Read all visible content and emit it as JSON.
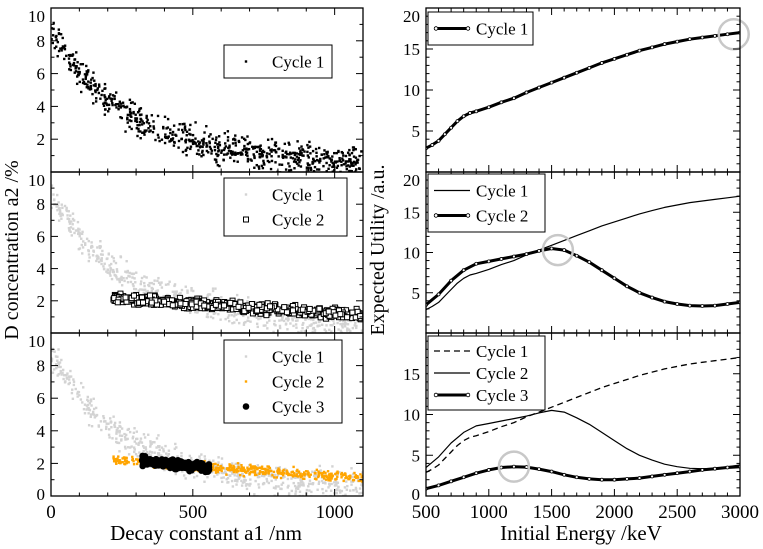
{
  "figure": {
    "left_ylabel": "D concentration a2 /%",
    "left_xlabel": "Decay constant  a1 /nm",
    "right_ylabel": "Expected Utility /a.u.",
    "right_xlabel": "Initial Energy /keV"
  },
  "chart_data": [
    {
      "type": "scatter",
      "panel": "left-top",
      "xlim": [
        0,
        1100
      ],
      "ylim": [
        0,
        10
      ],
      "yticks": [
        "10",
        "8",
        "6",
        "4",
        "2"
      ],
      "xticks": [],
      "legend": [
        "Cycle 1"
      ],
      "series": [
        {
          "name": "Cycle 1",
          "color": "#000000",
          "marker": "small-dot",
          "trend": {
            "x": [
              0,
              100,
              200,
              300,
              400,
              500,
              600,
              700,
              800,
              900,
              1000,
              1100
            ],
            "y": [
              8.6,
              6.0,
              4.3,
              3.1,
              2.4,
              1.9,
              1.5,
              1.2,
              0.95,
              0.8,
              0.7,
              0.6
            ]
          },
          "x_range": [
            0,
            1100
          ],
          "spread": 0.45,
          "count": 700
        }
      ]
    },
    {
      "type": "scatter",
      "panel": "left-middle",
      "xlim": [
        0,
        1100
      ],
      "ylim": [
        0,
        10
      ],
      "yticks": [
        "8",
        "6",
        "4",
        "2",
        "10"
      ],
      "xticks": [],
      "legend": [
        "Cycle 1",
        "Cycle 2"
      ],
      "series": [
        {
          "name": "Cycle 1",
          "color": "#d3d3d3",
          "marker": "small-dot",
          "trend": {
            "x": [
              0,
              100,
              200,
              300,
              400,
              500,
              600,
              700,
              800,
              900,
              1000,
              1100
            ],
            "y": [
              8.6,
              6.0,
              4.3,
              3.1,
              2.4,
              1.9,
              1.5,
              1.2,
              0.95,
              0.8,
              0.7,
              0.6
            ]
          },
          "x_range": [
            0,
            1100
          ],
          "spread": 0.45,
          "count": 600
        },
        {
          "name": "Cycle 2",
          "color": "#000000",
          "marker": "open-square",
          "trend": {
            "x": [
              220,
              400,
              600,
              800,
              1000,
              1100
            ],
            "y": [
              2.2,
              1.95,
              1.7,
              1.45,
              1.25,
              1.1
            ]
          },
          "x_range": [
            220,
            1100
          ],
          "spread": 0.15,
          "count": 500
        }
      ]
    },
    {
      "type": "scatter",
      "panel": "left-bottom",
      "xlim": [
        0,
        1100
      ],
      "ylim": [
        0,
        10
      ],
      "yticks": [
        "10",
        "8",
        "6",
        "4",
        "2",
        "0"
      ],
      "xticks": [
        "0",
        "500",
        "1000"
      ],
      "legend": [
        "Cycle 1",
        "Cycle 2",
        "Cycle 3"
      ],
      "series": [
        {
          "name": "Cycle 1",
          "color": "#d3d3d3",
          "marker": "small-dot",
          "trend": {
            "x": [
              0,
              100,
              200,
              300,
              400,
              500,
              600,
              700,
              800,
              900,
              1000,
              1100
            ],
            "y": [
              8.6,
              6.0,
              4.3,
              3.1,
              2.4,
              1.9,
              1.5,
              1.2,
              0.95,
              0.8,
              0.7,
              0.6
            ]
          },
          "x_range": [
            0,
            1100
          ],
          "spread": 0.45,
          "count": 600
        },
        {
          "name": "Cycle 2",
          "color": "#ffa500",
          "marker": "small-dot",
          "trend": {
            "x": [
              220,
              400,
              600,
              800,
              1000,
              1100
            ],
            "y": [
              2.2,
              1.95,
              1.7,
              1.45,
              1.25,
              1.1
            ]
          },
          "x_range": [
            220,
            1100
          ],
          "spread": 0.15,
          "count": 500
        },
        {
          "name": "Cycle 3",
          "color": "#000000",
          "marker": "filled-circle",
          "trend": {
            "x": [
              320,
              400,
              500,
              560
            ],
            "y": [
              2.15,
              2.0,
              1.85,
              1.7
            ]
          },
          "x_range": [
            320,
            560
          ],
          "spread": 0.12,
          "count": 260
        }
      ]
    },
    {
      "type": "line",
      "panel": "right-top",
      "xlim": [
        500,
        3000
      ],
      "ylim": [
        0,
        20
      ],
      "yticks": [
        "20",
        "15",
        "10",
        "5"
      ],
      "xticks": [],
      "legend": [
        "Cycle 1"
      ],
      "highlight": {
        "x": 2950,
        "y": 16.8
      },
      "series": [
        {
          "name": "Cycle 1",
          "style": "bold-dotted",
          "x": [
            500,
            550,
            600,
            650,
            700,
            750,
            800,
            850,
            900,
            1000,
            1100,
            1200,
            1300,
            1400,
            1500,
            1600,
            1700,
            1800,
            1900,
            2000,
            2100,
            2200,
            2300,
            2400,
            2500,
            2600,
            2700,
            2800,
            2900,
            3000
          ],
          "y": [
            2.9,
            3.3,
            3.8,
            4.6,
            5.4,
            6.2,
            6.8,
            7.2,
            7.4,
            7.9,
            8.5,
            9.0,
            9.7,
            10.3,
            10.9,
            11.5,
            12.1,
            12.7,
            13.3,
            13.8,
            14.3,
            14.8,
            15.2,
            15.6,
            15.9,
            16.2,
            16.4,
            16.6,
            16.8,
            17.0
          ]
        }
      ]
    },
    {
      "type": "line",
      "panel": "right-middle",
      "xlim": [
        500,
        3000
      ],
      "ylim": [
        0,
        20
      ],
      "yticks": [
        "20",
        "15",
        "10",
        "5"
      ],
      "xticks": [],
      "legend": [
        "Cycle 1",
        "Cycle 2"
      ],
      "highlight": {
        "x": 1550,
        "y": 10.3
      },
      "series": [
        {
          "name": "Cycle 1",
          "style": "thin-solid",
          "x": [
            500,
            550,
            600,
            650,
            700,
            750,
            800,
            850,
            900,
            1000,
            1100,
            1200,
            1300,
            1400,
            1500,
            1600,
            1700,
            1800,
            1900,
            2000,
            2100,
            2200,
            2300,
            2400,
            2500,
            2600,
            2700,
            2800,
            2900,
            3000
          ],
          "y": [
            2.9,
            3.3,
            3.8,
            4.6,
            5.4,
            6.2,
            6.8,
            7.2,
            7.4,
            7.9,
            8.5,
            9.0,
            9.7,
            10.3,
            10.9,
            11.5,
            12.1,
            12.7,
            13.3,
            13.8,
            14.3,
            14.8,
            15.2,
            15.6,
            15.9,
            16.2,
            16.4,
            16.6,
            16.8,
            17.0
          ]
        },
        {
          "name": "Cycle 2",
          "style": "bold-dotted",
          "x": [
            500,
            600,
            700,
            800,
            900,
            1000,
            1100,
            1200,
            1300,
            1400,
            1500,
            1600,
            1700,
            1800,
            1900,
            2000,
            2100,
            2200,
            2300,
            2400,
            2500,
            2600,
            2700,
            2800,
            2900,
            3000
          ],
          "y": [
            3.5,
            4.8,
            6.5,
            7.8,
            8.6,
            8.9,
            9.2,
            9.5,
            9.8,
            10.2,
            10.5,
            10.3,
            9.6,
            8.8,
            7.8,
            6.8,
            5.8,
            5.0,
            4.4,
            3.9,
            3.6,
            3.4,
            3.35,
            3.4,
            3.6,
            3.8
          ]
        }
      ]
    },
    {
      "type": "line",
      "panel": "right-bottom",
      "xlim": [
        500,
        3000
      ],
      "ylim": [
        0,
        20
      ],
      "yticks": [
        "15",
        "10",
        "5",
        "0"
      ],
      "xticks": [
        "500",
        "1000",
        "1500",
        "2000",
        "2500",
        "3000"
      ],
      "legend": [
        "Cycle 1",
        "Cycle 2",
        "Cycle 3"
      ],
      "highlight": {
        "x": 1200,
        "y": 3.6
      },
      "series": [
        {
          "name": "Cycle 1",
          "style": "dashed",
          "x": [
            500,
            550,
            600,
            650,
            700,
            750,
            800,
            850,
            900,
            1000,
            1100,
            1200,
            1300,
            1400,
            1500,
            1600,
            1700,
            1800,
            1900,
            2000,
            2100,
            2200,
            2300,
            2400,
            2500,
            2600,
            2700,
            2800,
            2900,
            3000
          ],
          "y": [
            2.9,
            3.3,
            3.8,
            4.6,
            5.4,
            6.2,
            6.8,
            7.2,
            7.4,
            7.9,
            8.5,
            9.0,
            9.7,
            10.3,
            10.9,
            11.5,
            12.1,
            12.7,
            13.3,
            13.8,
            14.3,
            14.8,
            15.2,
            15.6,
            15.9,
            16.2,
            16.4,
            16.6,
            16.8,
            17.0
          ]
        },
        {
          "name": "Cycle 2",
          "style": "thin-solid",
          "x": [
            500,
            600,
            700,
            800,
            900,
            1000,
            1100,
            1200,
            1300,
            1400,
            1500,
            1600,
            1700,
            1800,
            1900,
            2000,
            2100,
            2200,
            2300,
            2400,
            2500,
            2600,
            2700,
            2800,
            2900,
            3000
          ],
          "y": [
            3.5,
            4.8,
            6.5,
            7.8,
            8.6,
            8.9,
            9.2,
            9.5,
            9.8,
            10.2,
            10.5,
            10.3,
            9.6,
            8.8,
            7.8,
            6.8,
            5.8,
            5.0,
            4.4,
            3.9,
            3.6,
            3.4,
            3.35,
            3.4,
            3.6,
            3.8
          ]
        },
        {
          "name": "Cycle 3",
          "style": "bold-dotted",
          "x": [
            500,
            600,
            700,
            800,
            900,
            1000,
            1100,
            1200,
            1300,
            1400,
            1500,
            1600,
            1700,
            1800,
            1900,
            2000,
            2100,
            2200,
            2300,
            2400,
            2500,
            2600,
            2700,
            2800,
            2900,
            3000
          ],
          "y": [
            0.9,
            1.3,
            1.8,
            2.3,
            2.8,
            3.2,
            3.5,
            3.6,
            3.55,
            3.3,
            3.0,
            2.6,
            2.3,
            2.1,
            2.0,
            2.0,
            2.1,
            2.2,
            2.4,
            2.6,
            2.8,
            3.0,
            3.2,
            3.35,
            3.5,
            3.6
          ]
        }
      ]
    }
  ]
}
